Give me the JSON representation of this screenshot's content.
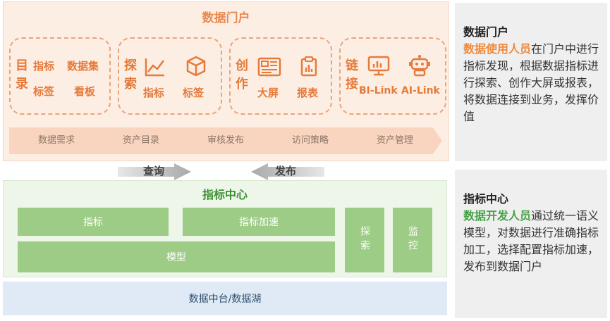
{
  "portal": {
    "title": "数据门户",
    "groups": [
      {
        "items": [
          "目录",
          "指标",
          "数据集",
          "标签",
          "看板"
        ]
      },
      {
        "items": [
          "探索",
          "指标",
          "标签"
        ]
      },
      {
        "items": [
          "创作",
          "大屏",
          "报表"
        ]
      },
      {
        "items": [
          "链接",
          "BI-Link",
          "AI-Link"
        ]
      }
    ],
    "flow": [
      "数据需求",
      "资产目录",
      "审核发布",
      "访问策略",
      "资产管理"
    ]
  },
  "arrows": {
    "query": "查询",
    "publish": "发布"
  },
  "metrics": {
    "title": "指标中心",
    "boxes": {
      "indicator": "指标",
      "acceleration": "指标加速",
      "model": "模型",
      "explore": "探索",
      "monitor": "监控"
    }
  },
  "base": "数据中台/数据湖",
  "info": {
    "portal": {
      "title": "数据门户",
      "highlight": "数据使用人员",
      "text": "在门户中进行指标发现，根据数据指标进行探索、创作大屏或报表，将数据连接到业务，发挥价值"
    },
    "metrics": {
      "title": "指标中心",
      "highlight": "数据开发人员",
      "text": "通过统一语义模型，对数据进行准确指标加工，选择配置指标加速，发布到数据门户"
    }
  },
  "colors": {
    "orange": "#e9894d",
    "green": "#9ccc85",
    "blue": "#dfeaf6"
  }
}
